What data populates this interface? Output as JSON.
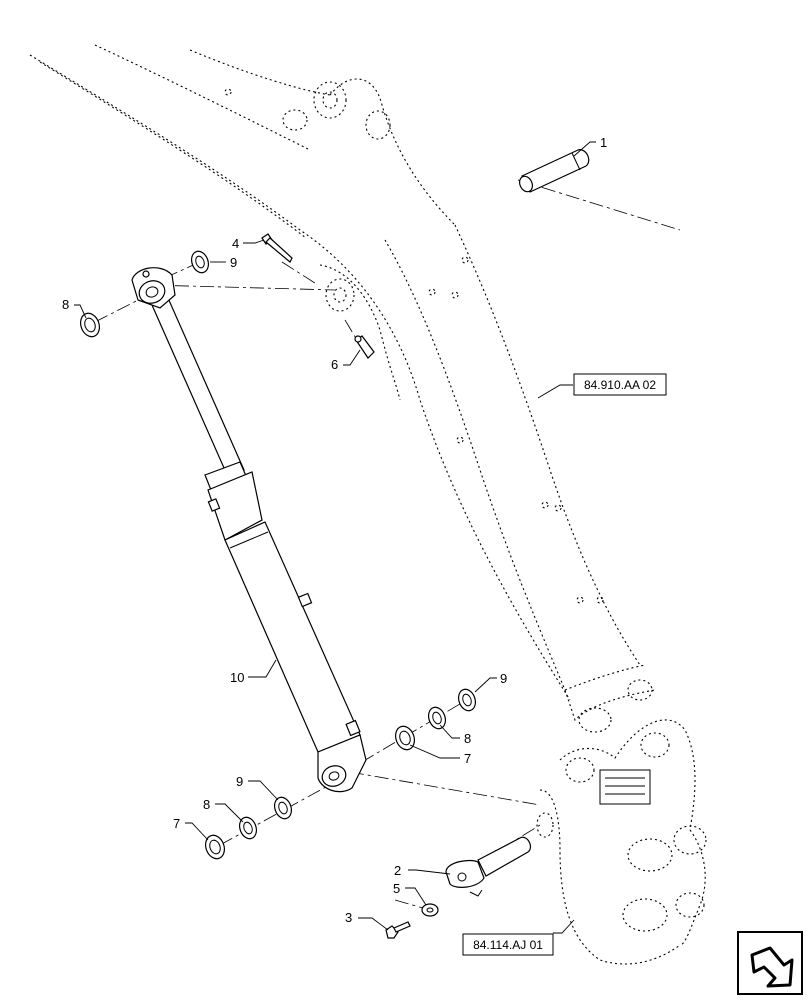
{
  "callouts": [
    {
      "id": "c1",
      "label": "1"
    },
    {
      "id": "c2",
      "label": "2"
    },
    {
      "id": "c3",
      "label": "3"
    },
    {
      "id": "c4",
      "label": "4"
    },
    {
      "id": "c5",
      "label": "5"
    },
    {
      "id": "c6",
      "label": "6"
    },
    {
      "id": "c7a",
      "label": "7"
    },
    {
      "id": "c7b",
      "label": "7"
    },
    {
      "id": "c8a",
      "label": "8"
    },
    {
      "id": "c8b",
      "label": "8"
    },
    {
      "id": "c8c",
      "label": "8"
    },
    {
      "id": "c9a",
      "label": "9"
    },
    {
      "id": "c9b",
      "label": "9"
    },
    {
      "id": "c9c",
      "label": "9"
    },
    {
      "id": "c10",
      "label": "10"
    }
  ],
  "references": {
    "boom": "84.910.AA 02",
    "swing_bracket": "84.114.AJ 01"
  },
  "nav_icon": "next-page-arrow-icon"
}
